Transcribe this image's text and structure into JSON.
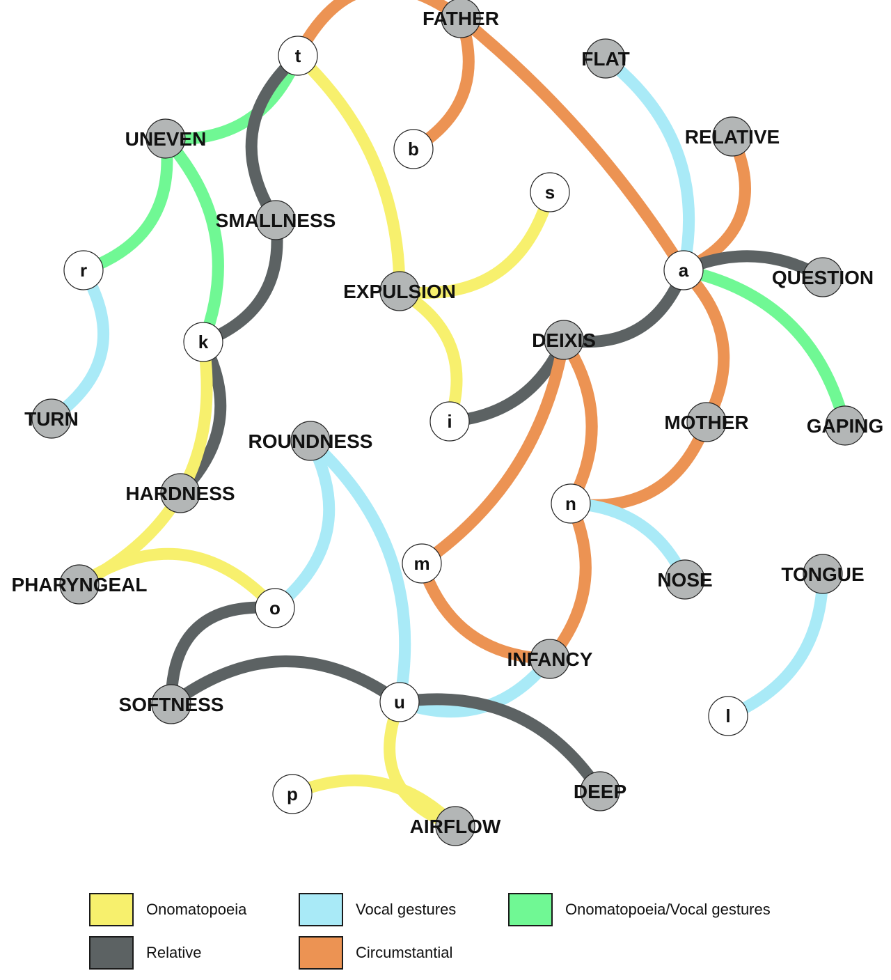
{
  "categories": {
    "onomatopoeia": {
      "label": "Onomatopoeia",
      "color": "#f7f06d"
    },
    "vocal": {
      "label": "Vocal gestures",
      "color": "#a9eaf7"
    },
    "ono_vocal": {
      "label": "Onomatopoeia/Vocal gestures",
      "color": "#70f894"
    },
    "relative": {
      "label": "Relative",
      "color": "#5c6263"
    },
    "circumstantial": {
      "label": "Circumstantial",
      "color": "#ec9353"
    }
  },
  "legend": {
    "onomatopoeia": "Onomatopoeia",
    "vocal": "Vocal gestures",
    "ono_vocal": "Onomatopoeia/Vocal gestures",
    "relative": "Relative",
    "circumstantial": "Circumstantial"
  },
  "nodes": [
    {
      "id": "t",
      "label": "t",
      "kind": "sound"
    },
    {
      "id": "FATHER",
      "label": "FATHER",
      "kind": "concept"
    },
    {
      "id": "FLAT",
      "label": "FLAT",
      "kind": "concept"
    },
    {
      "id": "b",
      "label": "b",
      "kind": "sound"
    },
    {
      "id": "UNEVEN",
      "label": "UNEVEN",
      "kind": "concept"
    },
    {
      "id": "RELATIVE",
      "label": "RELATIVE",
      "kind": "concept"
    },
    {
      "id": "s",
      "label": "s",
      "kind": "sound"
    },
    {
      "id": "SMALLNESS",
      "label": "SMALLNESS",
      "kind": "concept"
    },
    {
      "id": "r",
      "label": "r",
      "kind": "sound"
    },
    {
      "id": "a",
      "label": "a",
      "kind": "sound"
    },
    {
      "id": "QUESTION",
      "label": "QUESTION",
      "kind": "concept"
    },
    {
      "id": "EXPULSION",
      "label": "EXPULSION",
      "kind": "concept"
    },
    {
      "id": "DEIXIS",
      "label": "DEIXIS",
      "kind": "concept"
    },
    {
      "id": "k",
      "label": "k",
      "kind": "sound"
    },
    {
      "id": "TURN",
      "label": "TURN",
      "kind": "concept"
    },
    {
      "id": "i",
      "label": "i",
      "kind": "sound"
    },
    {
      "id": "MOTHER",
      "label": "MOTHER",
      "kind": "concept"
    },
    {
      "id": "GAPING",
      "label": "GAPING",
      "kind": "concept"
    },
    {
      "id": "ROUNDNESS",
      "label": "ROUNDNESS",
      "kind": "concept"
    },
    {
      "id": "HARDNESS",
      "label": "HARDNESS",
      "kind": "concept"
    },
    {
      "id": "n",
      "label": "n",
      "kind": "sound"
    },
    {
      "id": "m",
      "label": "m",
      "kind": "sound"
    },
    {
      "id": "PHARYNGEAL",
      "label": "PHARYNGEAL",
      "kind": "concept"
    },
    {
      "id": "NOSE",
      "label": "NOSE",
      "kind": "concept"
    },
    {
      "id": "TONGUE",
      "label": "TONGUE",
      "kind": "concept"
    },
    {
      "id": "o",
      "label": "o",
      "kind": "sound"
    },
    {
      "id": "INFANCY",
      "label": "INFANCY",
      "kind": "concept"
    },
    {
      "id": "SOFTNESS",
      "label": "SOFTNESS",
      "kind": "concept"
    },
    {
      "id": "u",
      "label": "u",
      "kind": "sound"
    },
    {
      "id": "l",
      "label": "l",
      "kind": "sound"
    },
    {
      "id": "p",
      "label": "p",
      "kind": "sound"
    },
    {
      "id": "DEEP",
      "label": "DEEP",
      "kind": "concept"
    },
    {
      "id": "AIRFLOW",
      "label": "AIRFLOW",
      "kind": "concept"
    }
  ],
  "edges": [
    {
      "from": "t",
      "to": "FATHER",
      "category": "circumstantial"
    },
    {
      "from": "b",
      "to": "FATHER",
      "category": "circumstantial"
    },
    {
      "from": "FATHER",
      "to": "a",
      "category": "circumstantial"
    },
    {
      "from": "FLAT",
      "to": "a",
      "category": "vocal"
    },
    {
      "from": "RELATIVE",
      "to": "a",
      "category": "circumstantial"
    },
    {
      "from": "a",
      "to": "QUESTION",
      "category": "relative"
    },
    {
      "from": "a",
      "to": "GAPING",
      "category": "ono_vocal"
    },
    {
      "from": "a",
      "to": "MOTHER",
      "category": "circumstantial"
    },
    {
      "from": "a",
      "to": "DEIXIS",
      "category": "relative"
    },
    {
      "from": "DEIXIS",
      "to": "i",
      "category": "relative"
    },
    {
      "from": "DEIXIS",
      "to": "m",
      "category": "circumstantial"
    },
    {
      "from": "DEIXIS",
      "to": "n",
      "category": "circumstantial"
    },
    {
      "from": "MOTHER",
      "to": "n",
      "category": "circumstantial"
    },
    {
      "from": "n",
      "to": "INFANCY",
      "category": "circumstantial"
    },
    {
      "from": "n",
      "to": "NOSE",
      "category": "vocal"
    },
    {
      "from": "m",
      "to": "INFANCY",
      "category": "circumstantial"
    },
    {
      "from": "INFANCY",
      "to": "u",
      "category": "vocal"
    },
    {
      "from": "TONGUE",
      "to": "l",
      "category": "vocal"
    },
    {
      "from": "t",
      "to": "UNEVEN",
      "category": "ono_vocal"
    },
    {
      "from": "t",
      "to": "SMALLNESS",
      "category": "relative"
    },
    {
      "from": "t",
      "to": "EXPULSION",
      "category": "onomatopoeia"
    },
    {
      "from": "s",
      "to": "EXPULSION",
      "category": "onomatopoeia"
    },
    {
      "from": "EXPULSION",
      "to": "i",
      "category": "onomatopoeia"
    },
    {
      "from": "UNEVEN",
      "to": "r",
      "category": "ono_vocal"
    },
    {
      "from": "UNEVEN",
      "to": "k",
      "category": "ono_vocal"
    },
    {
      "from": "SMALLNESS",
      "to": "k",
      "category": "relative"
    },
    {
      "from": "r",
      "to": "TURN",
      "category": "vocal"
    },
    {
      "from": "k",
      "to": "HARDNESS",
      "category": "relative"
    },
    {
      "from": "k",
      "to": "PHARYNGEAL",
      "category": "onomatopoeia"
    },
    {
      "from": "PHARYNGEAL",
      "to": "o",
      "category": "onomatopoeia"
    },
    {
      "from": "ROUNDNESS",
      "to": "o",
      "category": "vocal"
    },
    {
      "from": "ROUNDNESS",
      "to": "u",
      "category": "vocal"
    },
    {
      "from": "o",
      "to": "SOFTNESS",
      "category": "relative"
    },
    {
      "from": "SOFTNESS",
      "to": "u",
      "category": "relative"
    },
    {
      "from": "u",
      "to": "DEEP",
      "category": "relative"
    },
    {
      "from": "u",
      "to": "AIRFLOW",
      "category": "onomatopoeia"
    },
    {
      "from": "p",
      "to": "AIRFLOW",
      "category": "onomatopoeia"
    }
  ]
}
